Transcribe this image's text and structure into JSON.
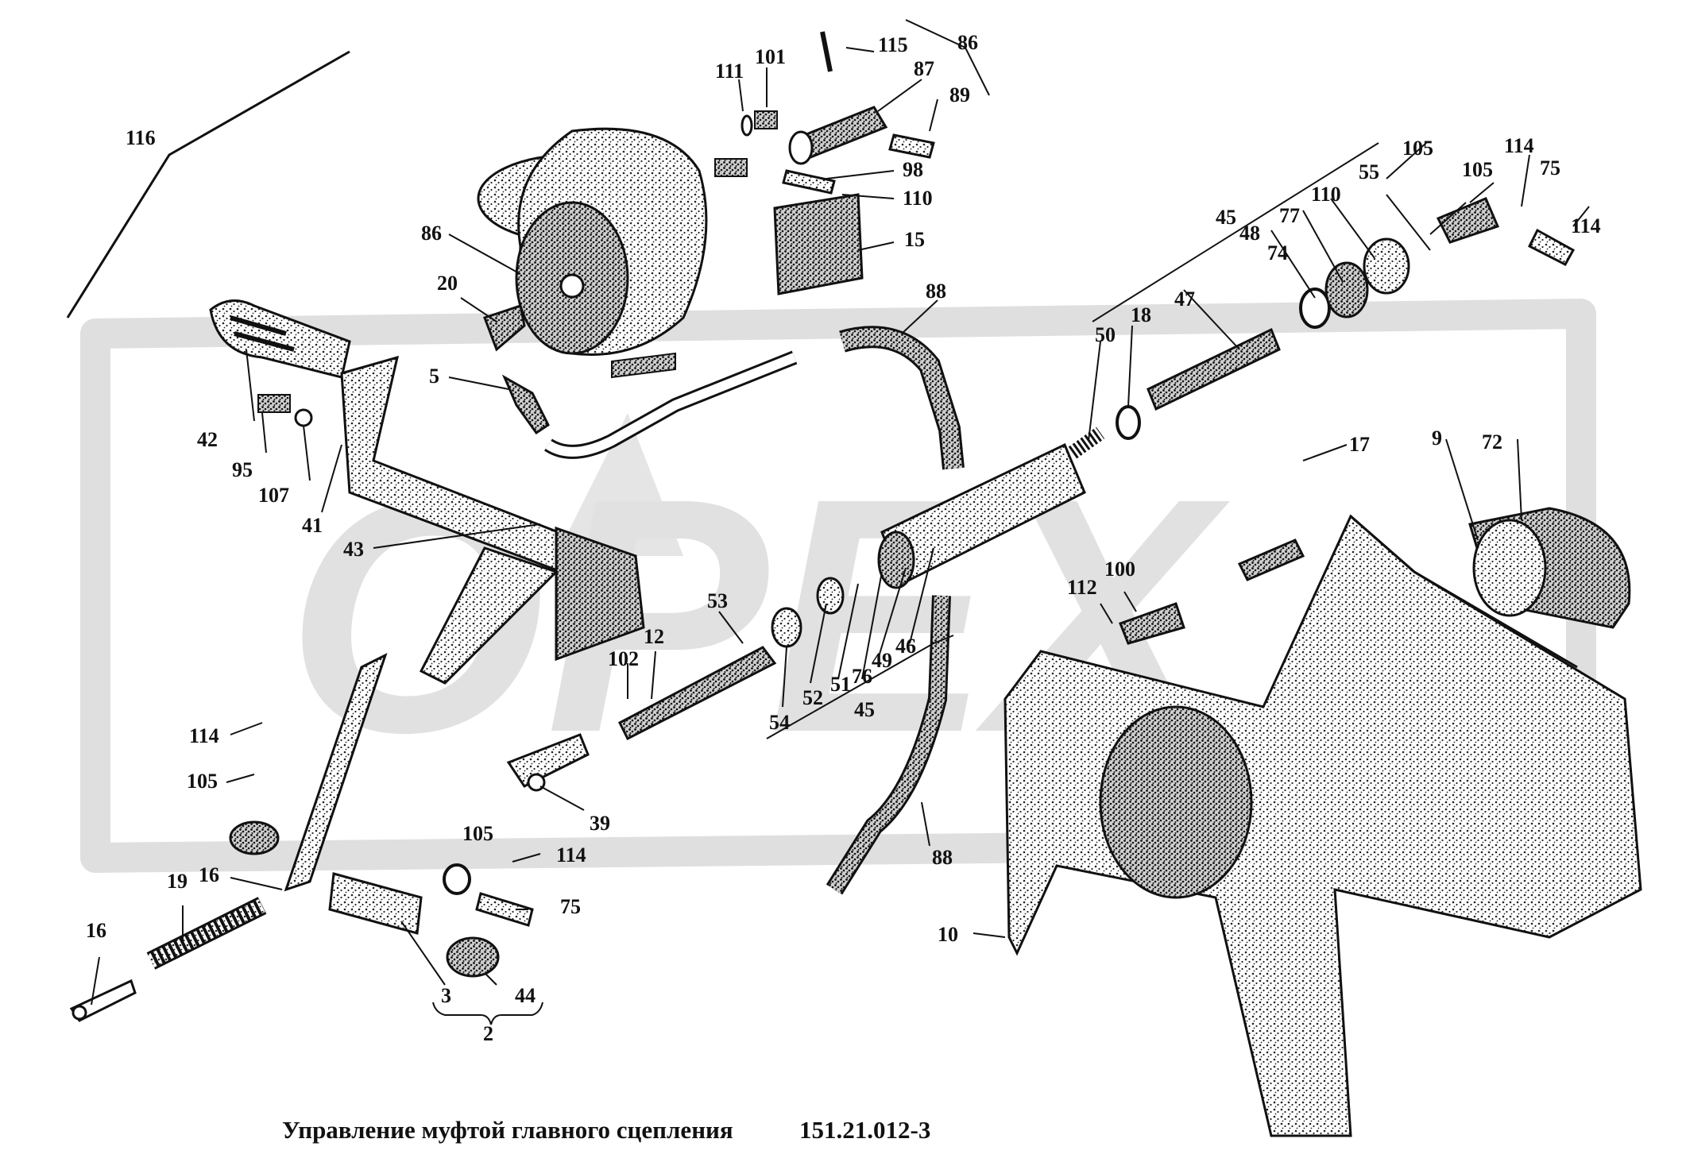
{
  "caption": {
    "title": "Управление муфтой главного сцепления",
    "code": "151.21.012-3"
  },
  "watermark": "OPEX",
  "colors": {
    "ink": "#111111",
    "watermark": "#d9d9d9",
    "background": "#ffffff"
  },
  "labels": [
    {
      "id": "l-116",
      "text": "116"
    },
    {
      "id": "l-115",
      "text": "115"
    },
    {
      "id": "l-86a",
      "text": "86"
    },
    {
      "id": "l-111",
      "text": "111"
    },
    {
      "id": "l-101",
      "text": "101"
    },
    {
      "id": "l-87",
      "text": "87"
    },
    {
      "id": "l-89",
      "text": "89"
    },
    {
      "id": "l-98",
      "text": "98"
    },
    {
      "id": "l-110a",
      "text": "110"
    },
    {
      "id": "l-86b",
      "text": "86"
    },
    {
      "id": "l-15",
      "text": "15"
    },
    {
      "id": "l-20",
      "text": "20"
    },
    {
      "id": "l-5",
      "text": "5"
    },
    {
      "id": "l-42",
      "text": "42"
    },
    {
      "id": "l-95",
      "text": "95"
    },
    {
      "id": "l-107",
      "text": "107"
    },
    {
      "id": "l-41",
      "text": "41"
    },
    {
      "id": "l-43",
      "text": "43"
    },
    {
      "id": "l-88a",
      "text": "88"
    },
    {
      "id": "l-105a",
      "text": "105"
    },
    {
      "id": "l-114a",
      "text": "114"
    },
    {
      "id": "l-105b",
      "text": "105"
    },
    {
      "id": "l-75a",
      "text": "75"
    },
    {
      "id": "l-114b",
      "text": "114"
    },
    {
      "id": "l-55",
      "text": "55"
    },
    {
      "id": "l-110b",
      "text": "110"
    },
    {
      "id": "l-45a",
      "text": "45"
    },
    {
      "id": "l-77",
      "text": "77"
    },
    {
      "id": "l-48",
      "text": "48"
    },
    {
      "id": "l-74",
      "text": "74"
    },
    {
      "id": "l-47",
      "text": "47"
    },
    {
      "id": "l-18",
      "text": "18"
    },
    {
      "id": "l-50",
      "text": "50"
    },
    {
      "id": "l-17",
      "text": "17"
    },
    {
      "id": "l-9",
      "text": "9"
    },
    {
      "id": "l-72",
      "text": "72"
    },
    {
      "id": "l-53",
      "text": "53"
    },
    {
      "id": "l-12",
      "text": "12"
    },
    {
      "id": "l-102",
      "text": "102"
    },
    {
      "id": "l-54",
      "text": "54"
    },
    {
      "id": "l-52",
      "text": "52"
    },
    {
      "id": "l-51",
      "text": "51"
    },
    {
      "id": "l-76",
      "text": "76"
    },
    {
      "id": "l-49",
      "text": "49"
    },
    {
      "id": "l-46",
      "text": "46"
    },
    {
      "id": "l-45b",
      "text": "45"
    },
    {
      "id": "l-112",
      "text": "112"
    },
    {
      "id": "l-100",
      "text": "100"
    },
    {
      "id": "l-39",
      "text": "39"
    },
    {
      "id": "l-88b",
      "text": "88"
    },
    {
      "id": "l-114c",
      "text": "114"
    },
    {
      "id": "l-105c",
      "text": "105"
    },
    {
      "id": "l-19",
      "text": "19"
    },
    {
      "id": "l-16a",
      "text": "16"
    },
    {
      "id": "l-16b",
      "text": "16"
    },
    {
      "id": "l-105d",
      "text": "105"
    },
    {
      "id": "l-114d",
      "text": "114"
    },
    {
      "id": "l-75b",
      "text": "75"
    },
    {
      "id": "l-3",
      "text": "3"
    },
    {
      "id": "l-44",
      "text": "44"
    },
    {
      "id": "l-2",
      "text": "2"
    },
    {
      "id": "l-10",
      "text": "10"
    }
  ]
}
